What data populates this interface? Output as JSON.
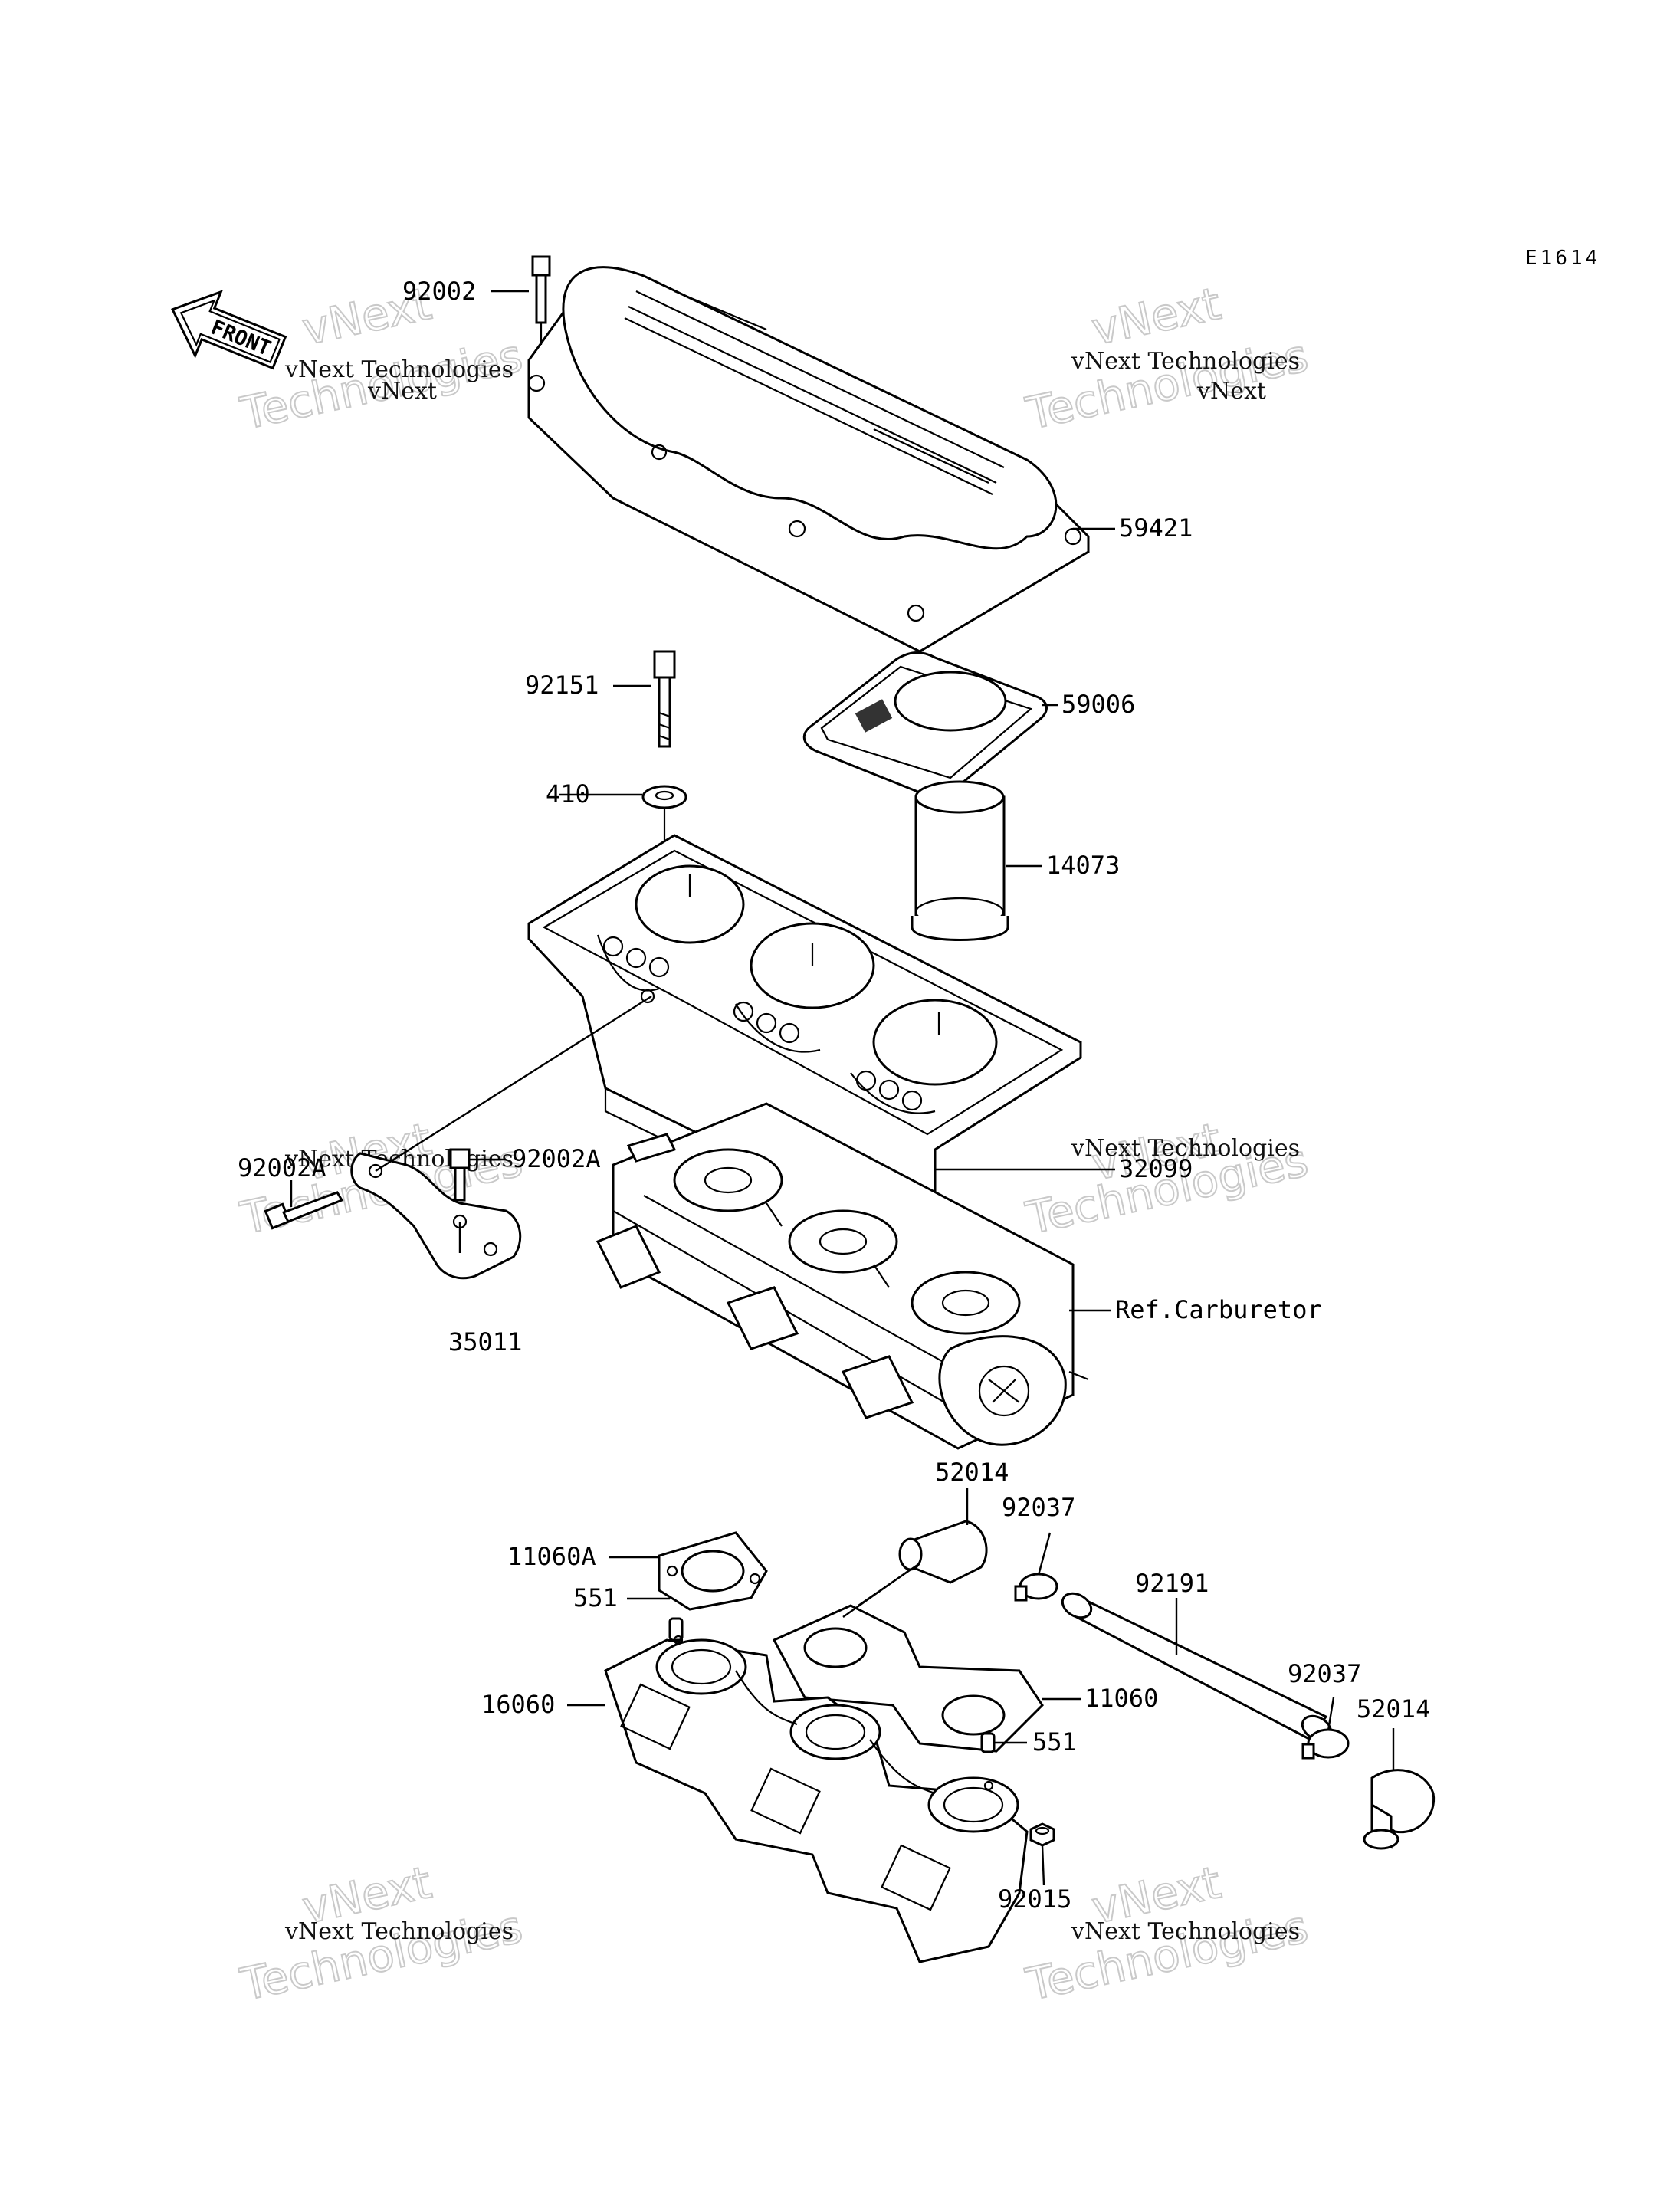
{
  "diagram_code": "E1614",
  "front_label": "FRONT",
  "watermark": {
    "top": "vNext",
    "middle": "vNext Technologies",
    "ghost": "Technologies"
  },
  "parts": [
    {
      "id": "p92002",
      "label": "92002"
    },
    {
      "id": "p59421",
      "label": "59421"
    },
    {
      "id": "p92151",
      "label": "92151"
    },
    {
      "id": "p59006",
      "label": "59006"
    },
    {
      "id": "p410",
      "label": "410"
    },
    {
      "id": "p14073",
      "label": "14073"
    },
    {
      "id": "p32099",
      "label": "32099"
    },
    {
      "id": "p92002A_l",
      "label": "92002A"
    },
    {
      "id": "p92002A_r",
      "label": "92002A"
    },
    {
      "id": "p35011",
      "label": "35011"
    },
    {
      "id": "pcarb",
      "label": "Ref.Carburetor"
    },
    {
      "id": "p52014_a",
      "label": "52014"
    },
    {
      "id": "p92037_a",
      "label": "92037"
    },
    {
      "id": "p11060A",
      "label": "11060A"
    },
    {
      "id": "p551_a",
      "label": "551"
    },
    {
      "id": "p92191",
      "label": "92191"
    },
    {
      "id": "p92037_b",
      "label": "92037"
    },
    {
      "id": "p52014_b",
      "label": "52014"
    },
    {
      "id": "p16060",
      "label": "16060"
    },
    {
      "id": "p11060",
      "label": "11060"
    },
    {
      "id": "p551_b",
      "label": "551"
    },
    {
      "id": "p92015",
      "label": "92015"
    }
  ]
}
